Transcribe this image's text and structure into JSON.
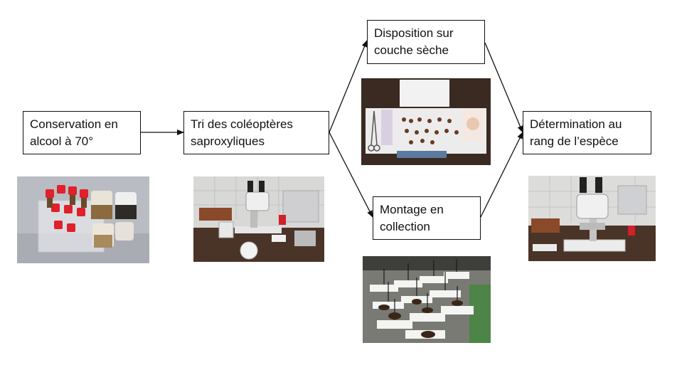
{
  "nodes": {
    "conservation": {
      "line1": "Conservation en",
      "line2": "alcool à 70°"
    },
    "tri": {
      "line1": "Tri des coléoptères",
      "line2": "saproxyliques"
    },
    "disposition": {
      "line1": "Disposition sur",
      "line2": "couche sèche"
    },
    "montage": {
      "line1": "Montage en",
      "line2": "collection"
    },
    "determination": {
      "line1": "Détermination au",
      "line2": "rang de l’espèce"
    }
  },
  "photos": {
    "vials": "vials-in-alcohol-photo",
    "sorting": "stereo-microscope-sorting-photo",
    "dry_layer": "specimens-on-paper-photo",
    "pinned": "pinned-collection-photo",
    "identification": "stereo-microscope-identification-photo"
  },
  "colors": {
    "border": "#111111",
    "arrow": "#111111",
    "background": "#ffffff"
  }
}
